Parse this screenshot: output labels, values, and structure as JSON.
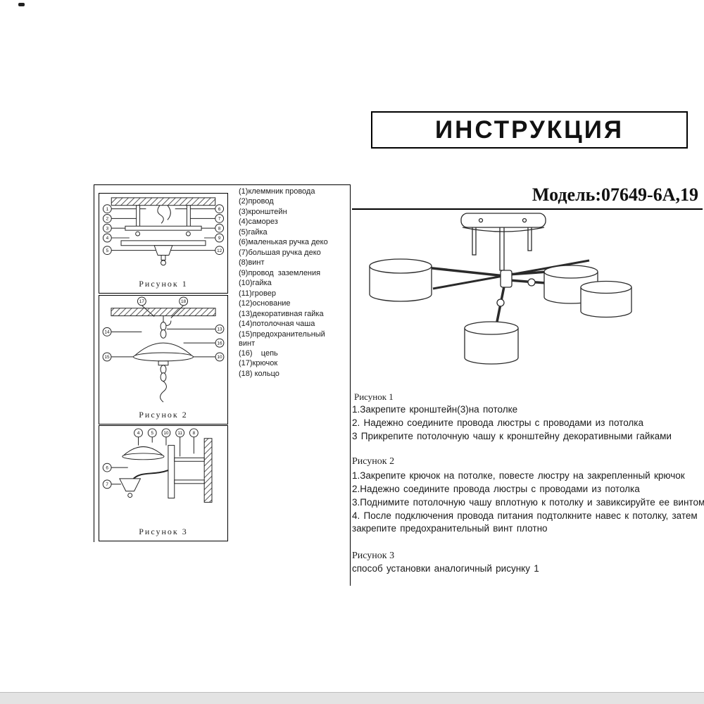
{
  "page": {
    "title": "ИНСТРУКЦИЯ",
    "model": "Модель:07649-6А,19"
  },
  "parts": [
    "(1)клеммник провода",
    "(2)провод",
    "(3)кронштейн",
    "(4)саморез",
    "(5)гайка",
    "(6)маленькая ручка деко",
    "(7)большая ручка деко",
    "(8)винт",
    "(9)провод  заземления",
    "(10)гайка",
    "(11)гровер",
    "(12)основание",
    "(13)декоративная гайка",
    "(14)потолочная чаша",
    "(15)предохранительный винт",
    "(16)    цепь",
    "(17)крючок",
    "(18) кольцо"
  ],
  "figures": [
    {
      "caption": "Рисунок 1",
      "callouts": [
        "1",
        "2",
        "3",
        "4",
        "5",
        "6",
        "7",
        "8",
        "9",
        "12"
      ]
    },
    {
      "caption": "Рисунок 2",
      "callouts": [
        "17",
        "18",
        "14",
        "15",
        "13",
        "16",
        "10"
      ]
    },
    {
      "caption": "Рисунок 3",
      "callouts": [
        "4",
        "5",
        "10",
        "11",
        "8",
        "6",
        "7"
      ]
    }
  ],
  "instructions": [
    {
      "heading": "Рисунок 1",
      "steps": [
        "1.Закрепите кронштейн(3)на потолке",
        "2. Надежно соедините провода люстры с проводами из потолка",
        "3 Прикрепите потолочную чашу к кронштейну декоративными гайками"
      ]
    },
    {
      "heading": "Рисунок 2",
      "steps": [
        "1.Закрепите крючок на потолке, повесте люстру на закрепленный крючок",
        "2.Надежно соедините провода люстры с проводами из потолка",
        "3.Поднимите потолочную чашу вплотную к потолку и завиксируйте ее винтом",
        "4. После подключения провода питания подтолкните навес к потолку, затем закрепите предохранительный винт плотно"
      ]
    },
    {
      "heading": "Рисунок 3",
      "steps": [
        "способ установки аналогичный рисунку 1"
      ]
    }
  ]
}
